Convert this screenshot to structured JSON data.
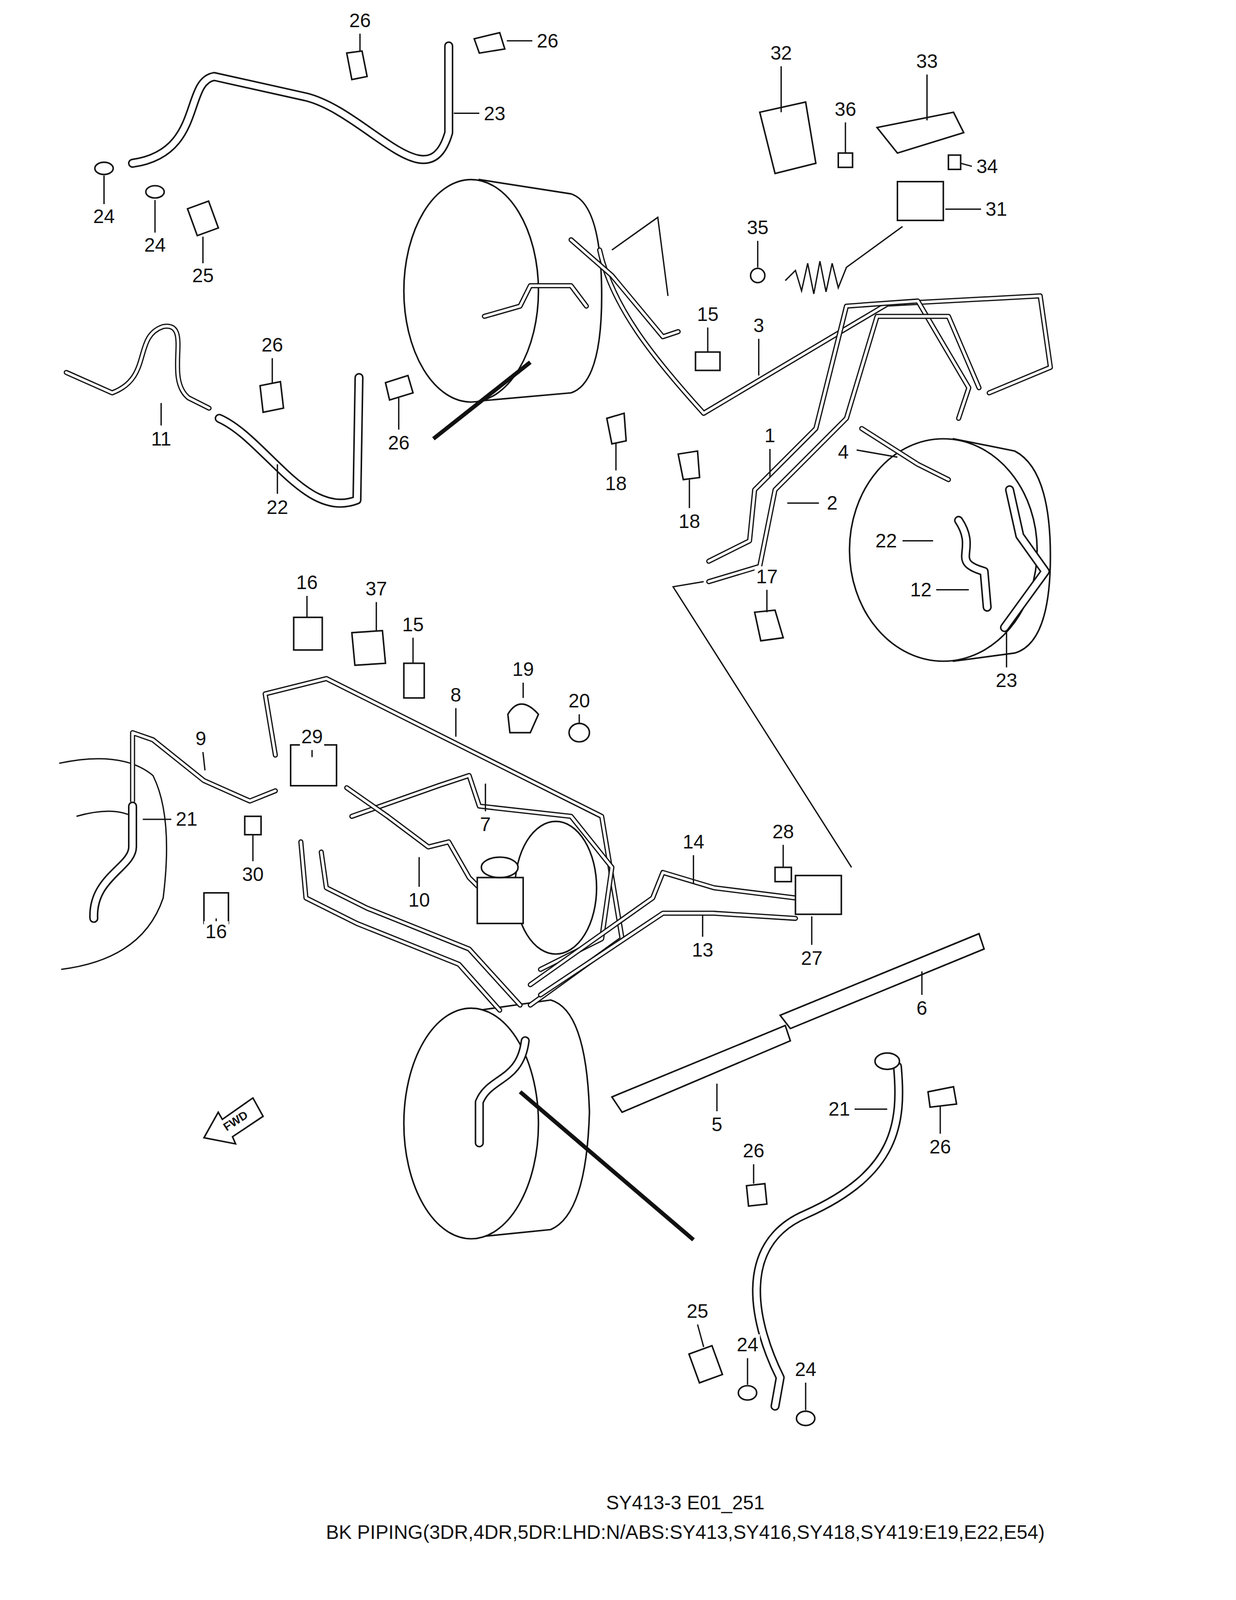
{
  "diagram": {
    "caption": "BK PIPING(3DR,4DR,5DR:LHD:N/ABS:SY413,SY416,SY418,SY419:E19,E22,E54)",
    "labels": [
      "26",
      "26",
      "32",
      "33",
      "36",
      "23",
      "34",
      "31",
      "24",
      "35",
      "24",
      "25",
      "15",
      "3",
      "26",
      "1",
      "11",
      "26",
      "4",
      "18",
      "2",
      "22",
      "18",
      "22",
      "17",
      "16",
      "37",
      "12",
      "15",
      "19",
      "23",
      "8",
      "20",
      "29",
      "9",
      "21",
      "7",
      "28",
      "14",
      "30",
      "10",
      "16",
      "13",
      "27",
      "6",
      "21",
      "FWD",
      "5",
      "26",
      "26",
      "25",
      "24",
      "24",
      "SY413-3 E01_251"
    ]
  }
}
